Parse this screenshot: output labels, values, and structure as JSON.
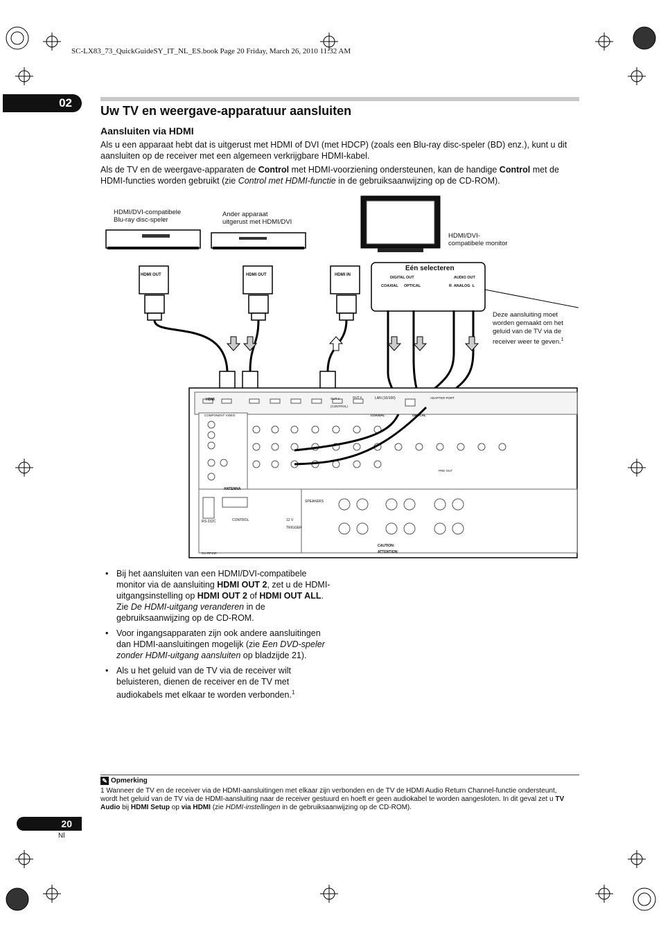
{
  "header": {
    "book_line": "SC-LX83_73_QuickGuideSY_IT_NL_ES.book  Page 20  Friday, March 26, 2010  11:32 AM"
  },
  "chapter": {
    "number": "02"
  },
  "page": {
    "title": "Uw TV en weergave-apparatuur aansluiten",
    "number": "20",
    "lang": "Nl"
  },
  "section": {
    "title": "Aansluiten via HDMI",
    "p1": "Als u een apparaat hebt dat is uitgerust met HDMI of DVI (met HDCP) (zoals een Blu-ray disc-speler (BD) enz.), kunt u dit aansluiten op de receiver met een algemeen verkrijgbare HDMI-kabel.",
    "p2_a": "Als de TV en de weergave-apparaten de ",
    "p2_b": "Control",
    "p2_c": " met HDMI-voorziening ondersteunen, kan de handige ",
    "p2_d": "Control",
    "p2_e": " met de HDMI-functies worden gebruikt (zie ",
    "p2_f": "Control met HDMI-functie",
    "p2_g": " in de gebruiksaanwijzing op de CD-ROM)."
  },
  "diagram": {
    "bd_label": "HDMI/DVI-compatibele\nBlu-ray disc-speler",
    "other_label": "Ander apparaat\nuitgerust met HDMI/DVI",
    "monitor_label": "HDMI/DVI-\ncompatibele monitor",
    "select_one": "Eén selecteren",
    "hdmi_out_1": "HDMI OUT",
    "hdmi_out_2": "HDMI OUT",
    "hdmi_in": "HDMI IN",
    "digital_out": "DIGITAL OUT",
    "coaxial": "COAXIAL",
    "optical": "OPTICAL",
    "audio_out": "AUDIO OUT",
    "analog": "R  ANALOG  L",
    "side_note": "Deze aansluiting moet worden gemaakt om het geluid van de TV via de receiver weer te geven.",
    "side_note_sup": "1",
    "rx_hdmi": "HDMI",
    "rx_out1": "OUT 1 (CONTROL)",
    "rx_out2": "OUT 2",
    "rx_lan": "LAN (10/100)",
    "rx_component": "COMPONENT VIDEO",
    "rx_antenna": "ANTENNA",
    "rx_rs232c": "RS-232C",
    "rx_control": "CONTROL",
    "rx_trigger": "12 V TRIGGER",
    "rx_speakers": "SPEAKERS",
    "rx_caution": "CAUTION:",
    "rx_attention": "ATTENTION:",
    "rx_coaxial": "COAXIAL",
    "rx_optical": "OPTICAL",
    "rx_preout": "PRE OUT",
    "rx_adapter": "ADAPTER PORT",
    "rx_cu": "CU-RF100"
  },
  "bullets": {
    "b1_a": "Bij het aansluiten van een HDMI/DVI-compatibele monitor via de aansluiting ",
    "b1_b": "HDMI OUT 2",
    "b1_c": ", zet u de HDMI-uitgangsinstelling op ",
    "b1_d": "HDMI OUT 2",
    "b1_e": " of ",
    "b1_f": "HDMI OUT ALL",
    "b1_g": ". Zie ",
    "b1_h": "De HDMI-uitgang veranderen",
    "b1_i": " in de gebruiksaanwijzing op de CD-ROM.",
    "b2_a": "Voor ingangsapparaten zijn ook andere aansluitingen dan HDMI-aansluitingen mogelijk (zie ",
    "b2_b": "Een DVD-speler zonder HDMI-uitgang aansluiten",
    "b2_c": " op bladzijde 21).",
    "b3_a": "Als u het geluid van de TV via de receiver wilt beluisteren, dienen de receiver en de TV met audiokabels met elkaar te worden verbonden.",
    "b3_sup": "1"
  },
  "note": {
    "heading": "Opmerking",
    "t1": "1 Wanneer de TV en de receiver via de HDMI-aansluitingen met elkaar zijn verbonden en de TV de HDMI Audio Return Channel-functie ondersteunt, wordt het geluid van de TV via de HDMI-aansluiting naar de receiver gestuurd en hoeft er geen audiokabel te worden aangesloten. In dit geval zet u ",
    "t2": "TV Audio",
    "t3": " bij ",
    "t4": "HDMI Setup",
    "t5": " op ",
    "t6": "via HDMI",
    "t7": " (zie ",
    "t8": "HDMI-instellingen",
    "t9": " in de gebruiksaanwijzing op de CD-ROM)."
  }
}
